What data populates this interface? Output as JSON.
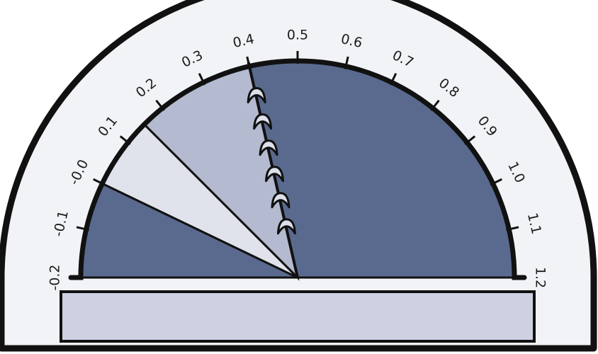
{
  "gauge": {
    "scale_min": -0.2,
    "scale_max": 1.2,
    "tick_labels": [
      "-0.2",
      "-0.1",
      "-0.0",
      "0.1",
      "0.2",
      "0.3",
      "0.4",
      "0.5",
      "0.6",
      "0.7",
      "0.8",
      "0.9",
      "1.0",
      "1.1",
      "1.2"
    ],
    "tick_values": [
      -0.2,
      -0.1,
      0.0,
      0.1,
      0.2,
      0.3,
      0.4,
      0.5,
      0.6,
      0.7,
      0.8,
      0.9,
      1.0,
      1.1,
      1.2
    ],
    "sectors": [
      {
        "from": -0.2,
        "to": 0.0,
        "color": "#5a6a8e"
      },
      {
        "from": 0.0,
        "to": 0.15,
        "color": "#e0e2ec"
      },
      {
        "from": 0.15,
        "to": 0.4,
        "color": "#b4bad0"
      },
      {
        "from": 0.4,
        "to": 1.2,
        "color": "#5a6a8e"
      }
    ],
    "needle_value": 0.4,
    "needle_markers": 6,
    "colors": {
      "outline": "#111111",
      "face": "#f2f3f7",
      "display": "#cdd1e2",
      "needle_marker": "#dde0ea"
    },
    "display_text": ""
  }
}
